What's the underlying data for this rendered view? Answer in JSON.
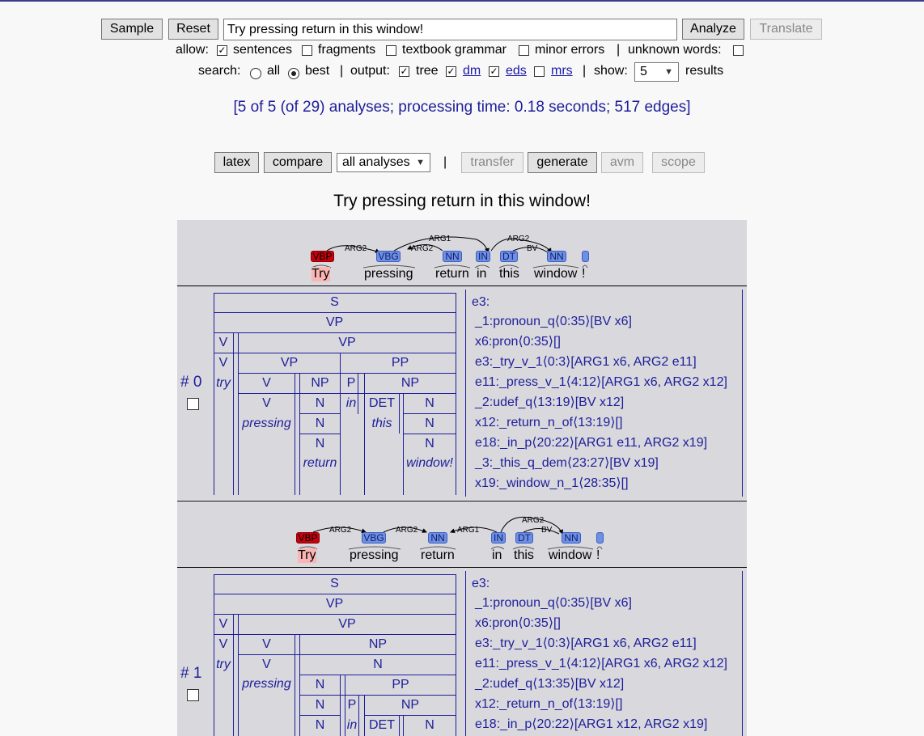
{
  "controls": {
    "sample_label": "Sample",
    "reset_label": "Reset",
    "input_value": "Try pressing return in this window!",
    "analyze_label": "Analyze",
    "translate_label": "Translate"
  },
  "allow": {
    "label": "allow:",
    "sentences": "sentences",
    "fragments": "fragments",
    "textbook": "textbook grammar",
    "minor": "minor errors",
    "sep": "|",
    "unknown": "unknown words:"
  },
  "search": {
    "label": "search:",
    "all": "all",
    "best": "best",
    "sep1": "|",
    "output_label": "output:",
    "tree": "tree",
    "dm": "dm",
    "eds": "eds",
    "mrs": "mrs",
    "sep2": "|",
    "show_label": "show:",
    "show_value": "5",
    "results": "results"
  },
  "summary": "[5 of 5 (of 29) analyses; processing time: 0.18 seconds; 517 edges]",
  "actions": {
    "latex": "latex",
    "compare": "compare",
    "filter_value": "all analyses",
    "sep": "|",
    "transfer": "transfer",
    "generate": "generate",
    "avm": "avm",
    "scope": "scope"
  },
  "sentence": "Try pressing return in this window!",
  "analyses": [
    {
      "number": "# 0",
      "tokens": [
        "Try",
        "pressing",
        "return",
        "in",
        "this",
        "window",
        "!"
      ],
      "tags": [
        "VBP",
        "VBG",
        "NN",
        "IN",
        "DT",
        "NN",
        ""
      ],
      "arcs": [
        "ARG2",
        "ARG2",
        "ARG1",
        "ARG2",
        "BV"
      ],
      "tree": {
        "S": "S",
        "VP": "VP",
        "V": "V",
        "VP2": "VP",
        "VP3": "VP",
        "PP": "PP",
        "try": "try",
        "NP": "NP",
        "P": "P",
        "NP2": "NP",
        "V2": "V",
        "pressing": "pressing",
        "N": "N",
        "in": "in",
        "DET": "DET",
        "this": "this",
        "return": "return",
        "window": "window!"
      },
      "mrs": [
        "e3:",
        "_1:pronoun_q⟨0:35⟩[BV x6]",
        "x6:pron⟨0:35⟩[]",
        "e3:_try_v_1⟨0:3⟩[ARG1 x6, ARG2 e11]",
        "e11:_press_v_1⟨4:12⟩[ARG1 x6, ARG2 x12]",
        "_2:udef_q⟨13:19⟩[BV x12]",
        "x12:_return_n_of⟨13:19⟩[]",
        "e18:_in_p⟨20:22⟩[ARG1 e11, ARG2 x19]",
        "_3:_this_q_dem⟨23:27⟩[BV x19]",
        "x19:_window_n_1⟨28:35⟩[]"
      ]
    },
    {
      "number": "# 1",
      "tokens": [
        "Try",
        "pressing",
        "return",
        "in",
        "this",
        "window",
        "!"
      ],
      "tags": [
        "VBP",
        "VBG",
        "NN",
        "IN",
        "DT",
        "NN",
        ""
      ],
      "arcs": [
        "ARG2",
        "ARG2",
        "ARG1",
        "ARG2",
        "BV"
      ],
      "tree": {
        "S": "S",
        "VP": "VP",
        "V": "V",
        "VP2": "VP",
        "NP": "NP",
        "N": "N",
        "PP": "PP",
        "P": "P",
        "NP2": "NP",
        "DET": "DET",
        "try": "try",
        "pressing": "pressing",
        "in": "in"
      },
      "mrs": [
        "e3:",
        "_1:pronoun_q⟨0:35⟩[BV x6]",
        "x6:pron⟨0:35⟩[]",
        "e3:_try_v_1⟨0:3⟩[ARG1 x6, ARG2 e11]",
        "e11:_press_v_1⟨4:12⟩[ARG1 x6, ARG2 x12]",
        "_2:udef_q⟨13:35⟩[BV x12]",
        "x12:_return_n_of⟨13:19⟩[]",
        "e18:_in_p⟨20:22⟩[ARG1 x12, ARG2 x19]"
      ]
    }
  ]
}
